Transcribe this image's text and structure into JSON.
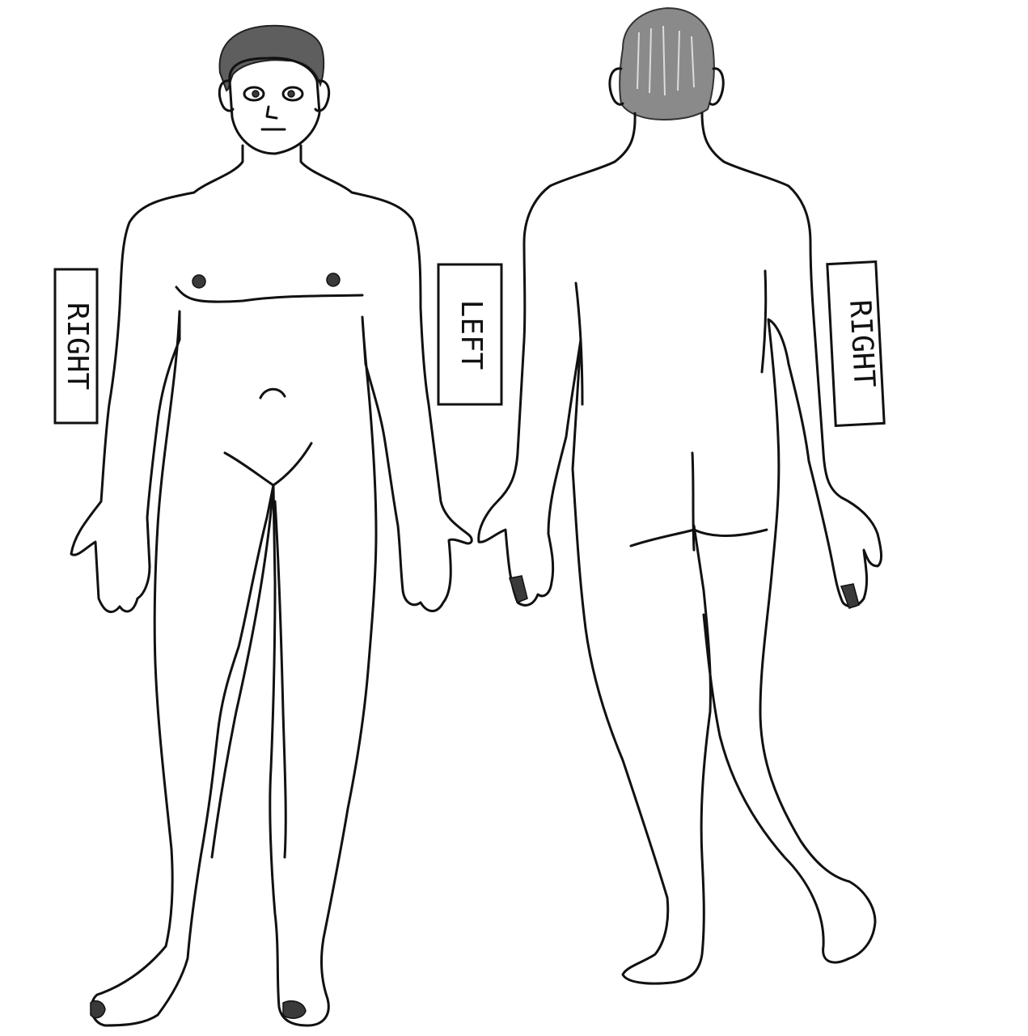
{
  "labels": {
    "front_right": "RIGHT",
    "left": "LEFT",
    "back_right": "RIGHT"
  },
  "colors": {
    "line": "#111111",
    "hair_front": "#5e5e5e",
    "hair_back": "#8a8a8a"
  }
}
